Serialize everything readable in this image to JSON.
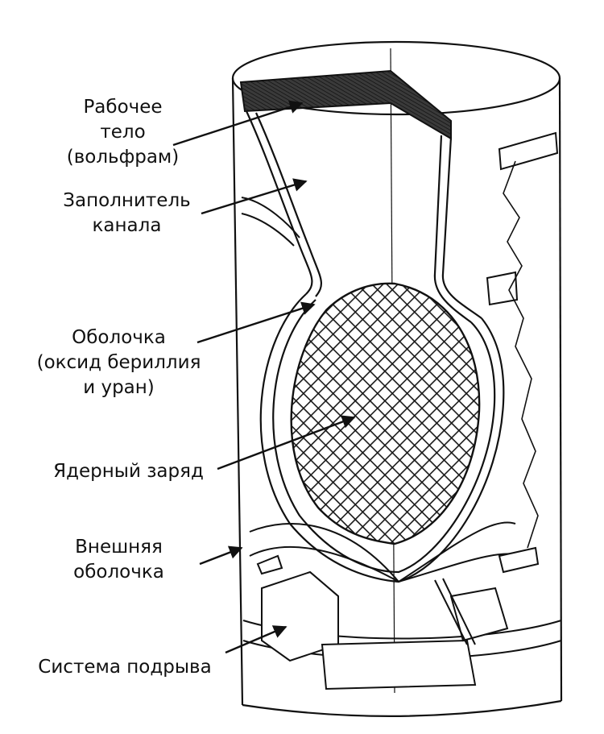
{
  "labels": {
    "working_body": [
      "Рабочее",
      "тело",
      "(вольфрам)"
    ],
    "channel_filler": [
      "Заполнитель",
      "канала"
    ],
    "shell": [
      "Оболочка",
      "(оксид бериллия",
      "и уран)"
    ],
    "nuclear_charge": [
      "Ядерный заряд"
    ],
    "outer_shell": [
      "Внешняя",
      "оболочка"
    ],
    "detonation_system": [
      "Система подрыва"
    ]
  },
  "colors": {
    "line": "#111111",
    "background": "#ffffff",
    "hatch": "#2a2a2a"
  }
}
